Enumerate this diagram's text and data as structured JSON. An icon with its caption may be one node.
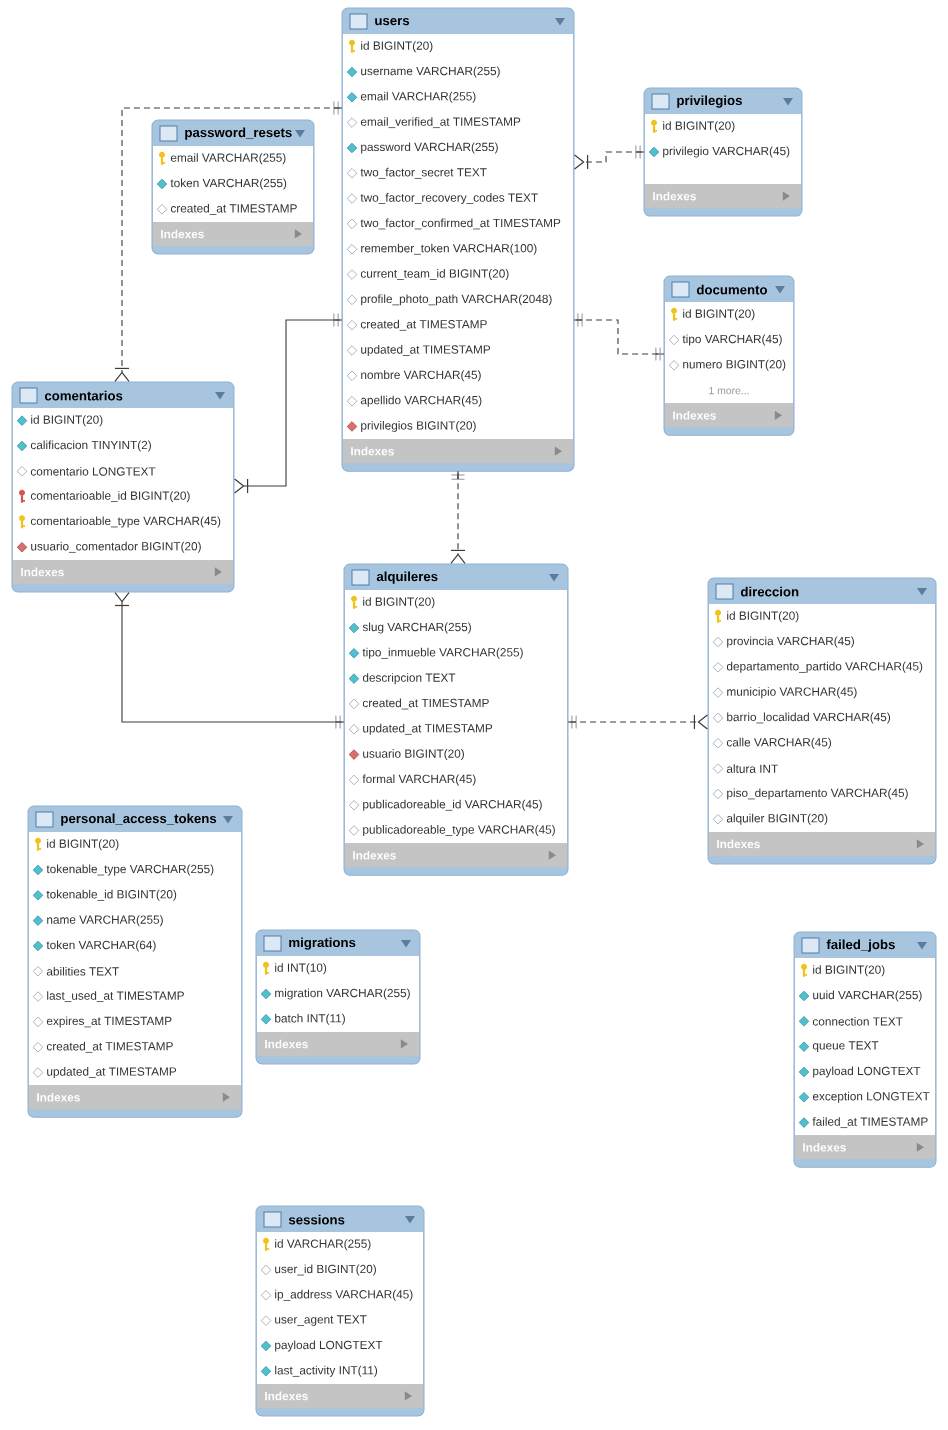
{
  "diagram": {
    "nodes": [
      {
        "text": [
          "users",
          "id BIGINT(20)",
          "username VARCHAR(255)",
          "email VARCHAR(255)",
          "email_verified_at TIMESTAMP",
          "password VARCHAR(255)",
          "two_factor_secret TEXT",
          "two_factor_recovery_codes TEXT",
          "two_factor_confirmed_at TIMESTAMP",
          "remember_token VARCHAR(100)",
          "current_team_id BIGINT(20)",
          "profile_photo_path VARCHAR(2048)",
          "created_at TIMESTAMP",
          "updated_at TIMESTAMP",
          "nombre VARCHAR(45)",
          "apellido VARCHAR(45)",
          "privilegios BIGINT(20)",
          "Indexes"
        ]
      },
      {
        "text": [
          "password_resets",
          "email VARCHAR(255)",
          "token VARCHAR(255)",
          "created_at TIMESTAMP",
          "Indexes"
        ]
      },
      {
        "text": [
          "privilegios",
          "id BIGINT(20)",
          "privilegio VARCHAR(45)",
          "Indexes"
        ]
      },
      {
        "text": [
          "documento",
          "id BIGINT(20)",
          "tipo VARCHAR(45)",
          "numero BIGINT(20)",
          "1 more...",
          "Indexes"
        ]
      },
      {
        "text": [
          "comentarios",
          "id BIGINT(20)",
          "calificacion TINYINT(2)",
          "comentario LONGTEXT",
          "comentarioable_id BIGINT(20)",
          "comentarioable_type VARCHAR(45)",
          "usuario_comentador BIGINT(20)",
          "Indexes"
        ]
      },
      {
        "text": [
          "alquileres",
          "id BIGINT(20)",
          "slug VARCHAR(255)",
          "tipo_inmueble VARCHAR(255)",
          "descripcion TEXT",
          "created_at TIMESTAMP",
          "updated_at TIMESTAMP",
          "usuario BIGINT(20)",
          "formal VARCHAR(45)",
          "publicadoreable_id VARCHAR(45)",
          "publicadoreable_type VARCHAR(45)",
          "Indexes"
        ]
      },
      {
        "text": [
          "direccion",
          "id BIGINT(20)",
          "provincia VARCHAR(45)",
          "departamento_partido VARCHAR(45)",
          "municipio VARCHAR(45)",
          "barrio_localidad VARCHAR(45)",
          "calle VARCHAR(45)",
          "altura INT",
          "piso_departamento VARCHAR(45)",
          "alquiler BIGINT(20)",
          "Indexes"
        ]
      },
      {
        "text": [
          "personal_access_tokens",
          "id BIGINT(20)",
          "tokenable_type VARCHAR(255)",
          "tokenable_id BIGINT(20)",
          "name VARCHAR(255)",
          "token VARCHAR(64)",
          "abilities TEXT",
          "last_used_at TIMESTAMP",
          "expires_at TIMESTAMP",
          "created_at TIMESTAMP",
          "updated_at TIMESTAMP",
          "Indexes"
        ]
      },
      {
        "text": [
          "migrations",
          "id INT(10)",
          "migration VARCHAR(255)",
          "batch INT(11)",
          "Indexes"
        ]
      },
      {
        "text": [
          "failed_jobs",
          "id BIGINT(20)",
          "uuid VARCHAR(255)",
          "connection TEXT",
          "queue TEXT",
          "payload LONGTEXT",
          "exception LONGTEXT",
          "failed_at TIMESTAMP",
          "Indexes"
        ]
      },
      {
        "text": [
          "sessions",
          "id VARCHAR(255)",
          "user_id BIGINT(20)",
          "ip_address VARCHAR(45)",
          "user_agent TEXT",
          "payload LONGTEXT",
          "last_activity INT(11)",
          "Indexes"
        ]
      }
    ],
    "edges": [
      {
        "from": 0,
        "to": 4,
        "arrow": "other",
        "style": "dashed"
      },
      {
        "from": 0,
        "to": 4,
        "arrow": "other"
      },
      {
        "from": 5,
        "to": 4,
        "arrow": "other"
      },
      {
        "from": 0,
        "to": 5,
        "arrow": "other",
        "style": "dashed"
      },
      {
        "from": 2,
        "to": 0,
        "arrow": "other",
        "style": "dashed"
      },
      {
        "from": 0,
        "to": 3,
        "arrow": "other",
        "style": "dashed"
      },
      {
        "from": 5,
        "to": 6,
        "arrow": "other",
        "style": "dashed"
      }
    ]
  }
}
